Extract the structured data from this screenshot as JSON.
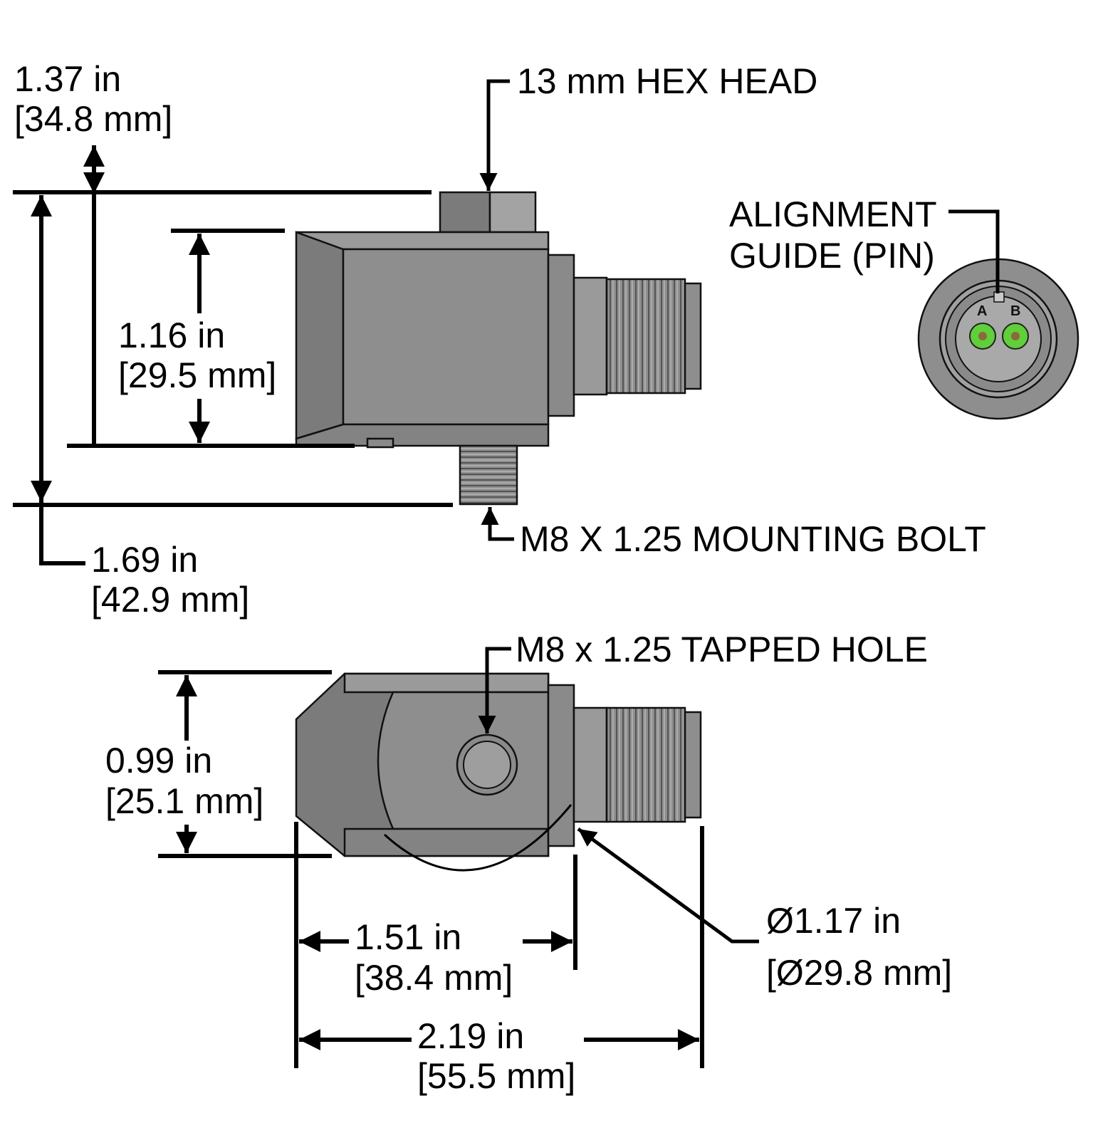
{
  "colors": {
    "body_dark": "#7b7b7b",
    "body_mid": "#8e8e8e",
    "body_light": "#a3a3a3",
    "pin_green": "#5fcf3a",
    "pin_core": "#8a6a3a",
    "line": "#000000"
  },
  "labels": {
    "hex_head": "13 mm HEX HEAD",
    "alignment_line1": "ALIGNMENT",
    "alignment_line2": "GUIDE (PIN)",
    "mounting_bolt": "M8 X 1.25 MOUNTING BOLT",
    "tapped_hole": "M8 x 1.25 TAPPED HOLE",
    "pin_a": "A",
    "pin_b": "B"
  },
  "dimensions": {
    "overall_height_hex": {
      "in": "1.37 in",
      "mm": "[34.8 mm]"
    },
    "body_height": {
      "in": "1.16 in",
      "mm": "[29.5 mm]"
    },
    "overall_height_bolt": {
      "in": "1.69 in",
      "mm": "[42.9 mm]"
    },
    "body_width": {
      "in": "0.99 in",
      "mm": "[25.1 mm]"
    },
    "body_length": {
      "in": "1.51 in",
      "mm": "[38.4 mm]"
    },
    "overall_length": {
      "in": "2.19 in",
      "mm": "[55.5 mm]"
    },
    "swing_diameter": {
      "in": "Ø1.17 in",
      "mm": "[Ø29.8 mm]"
    }
  }
}
